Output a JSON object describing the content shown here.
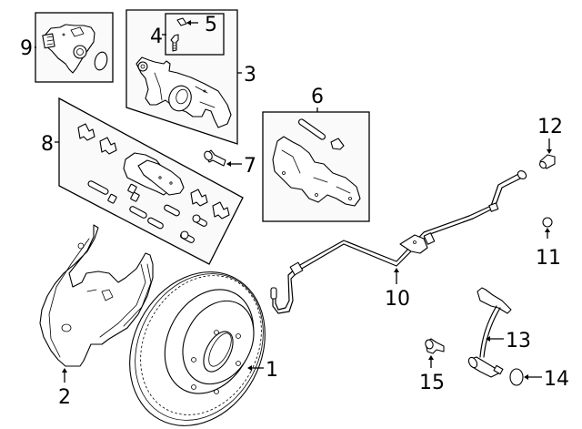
{
  "diagram": {
    "title": "Rear brake components exploded view",
    "callouts": {
      "c1": "1",
      "c2": "2",
      "c3": "3",
      "c4": "4",
      "c5": "5",
      "c6": "6",
      "c7": "7",
      "c8": "8",
      "c9": "9",
      "c10": "10",
      "c11": "11",
      "c12": "12",
      "c13": "13",
      "c14": "14",
      "c15": "15"
    },
    "parts": [
      {
        "ref": "1",
        "name": "rotor-icon"
      },
      {
        "ref": "2",
        "name": "splash-shield-icon"
      },
      {
        "ref": "3",
        "name": "caliper-assembly-icon"
      },
      {
        "ref": "4",
        "name": "bleeder-screw-icon"
      },
      {
        "ref": "5",
        "name": "bleeder-cap-icon"
      },
      {
        "ref": "6",
        "name": "caliper-bracket-icon"
      },
      {
        "ref": "7",
        "name": "bracket-bolt-icon"
      },
      {
        "ref": "8",
        "name": "brake-pad-kit-icon"
      },
      {
        "ref": "9",
        "name": "parking-brake-actuator-icon"
      },
      {
        "ref": "10",
        "name": "brake-hose-icon"
      },
      {
        "ref": "11",
        "name": "hose-clip-icon"
      },
      {
        "ref": "12",
        "name": "bleeder-plug-icon"
      },
      {
        "ref": "13",
        "name": "abs-sensor-icon"
      },
      {
        "ref": "14",
        "name": "sensor-o-ring-icon"
      },
      {
        "ref": "15",
        "name": "sensor-bolt-icon"
      }
    ]
  }
}
